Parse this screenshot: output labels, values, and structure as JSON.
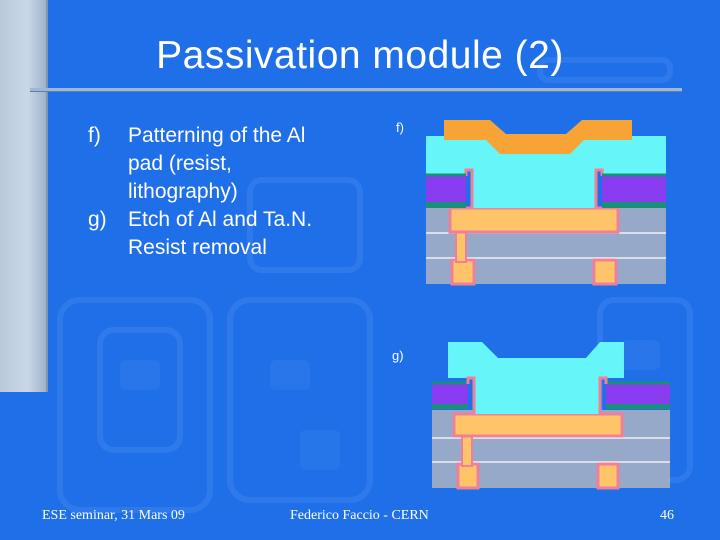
{
  "slide": {
    "title": "Passivation module (2)",
    "bullets": [
      {
        "marker": "f)",
        "lines": [
          "Patterning of the Al",
          "pad (resist,",
          "lithography)"
        ]
      },
      {
        "marker": "g)",
        "lines": [
          "Etch of Al and Ta.N.",
          "Resist removal"
        ]
      }
    ]
  },
  "figures": {
    "f": {
      "label": "f)"
    },
    "g": {
      "label": "g)"
    }
  },
  "footer": {
    "left": "ESE seminar, 31 Mars 09",
    "center": "Federico Faccio - CERN",
    "page": "46"
  },
  "colors": {
    "background": "#1f6fe8",
    "resist": "#f7a335",
    "aluminum_pad": "#66f5f8",
    "passivation_liner": "#ef7f9a",
    "metal_dielectric": "#8a3cf0",
    "barrier": "#1a8f7a",
    "copper": "#ffc46a",
    "substrate": "#97a9c8"
  }
}
